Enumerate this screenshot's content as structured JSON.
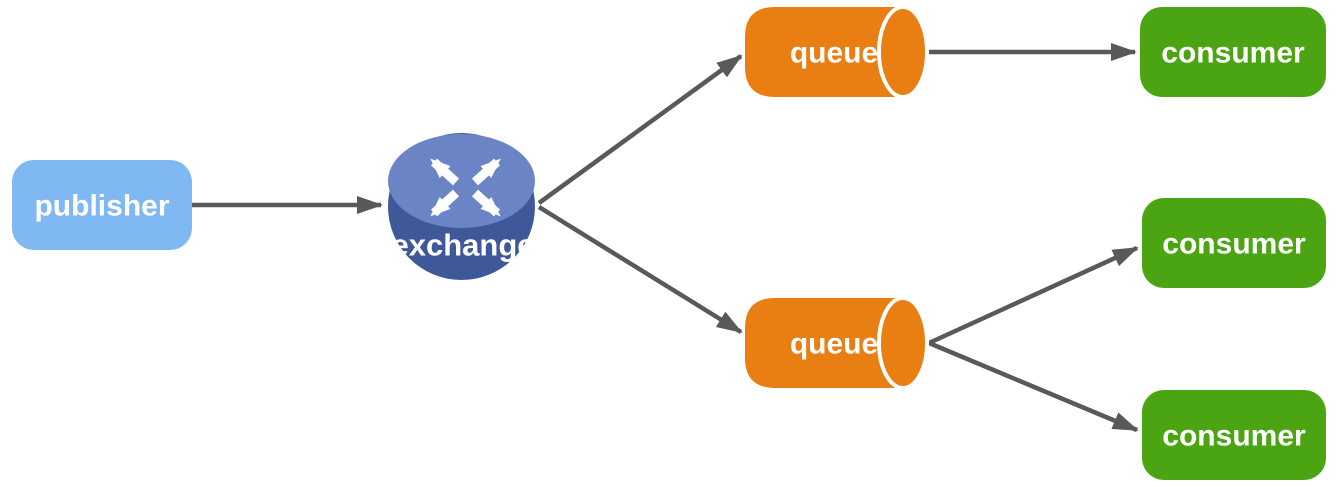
{
  "diagram": {
    "background": "#ffffff",
    "edge_color": "#595959",
    "nodes": {
      "publisher": {
        "label": "publisher",
        "fill": "#7FB8F2",
        "text_color": "#ffffff"
      },
      "exchange": {
        "label": "exchange",
        "top_fill": "#6A84C5",
        "body_fill": "#3E5899",
        "arrows_color": "#ffffff"
      },
      "queue_top": {
        "label": "queue",
        "fill": "#E97E13",
        "text_color": "#ffffff"
      },
      "queue_bottom": {
        "label": "queue",
        "fill": "#E97E13",
        "text_color": "#ffffff"
      },
      "consumer_top": {
        "label": "consumer",
        "fill": "#4BA512",
        "text_color": "#ffffff"
      },
      "consumer_middle": {
        "label": "consumer",
        "fill": "#4BA512",
        "text_color": "#ffffff"
      },
      "consumer_bottom": {
        "label": "consumer",
        "fill": "#4BA512",
        "text_color": "#ffffff"
      }
    },
    "edges": [
      {
        "from": "publisher",
        "to": "exchange"
      },
      {
        "from": "exchange",
        "to": "queue_top"
      },
      {
        "from": "exchange",
        "to": "queue_bottom"
      },
      {
        "from": "queue_top",
        "to": "consumer_top"
      },
      {
        "from": "queue_bottom",
        "to": "consumer_middle"
      },
      {
        "from": "queue_bottom",
        "to": "consumer_bottom"
      }
    ]
  }
}
